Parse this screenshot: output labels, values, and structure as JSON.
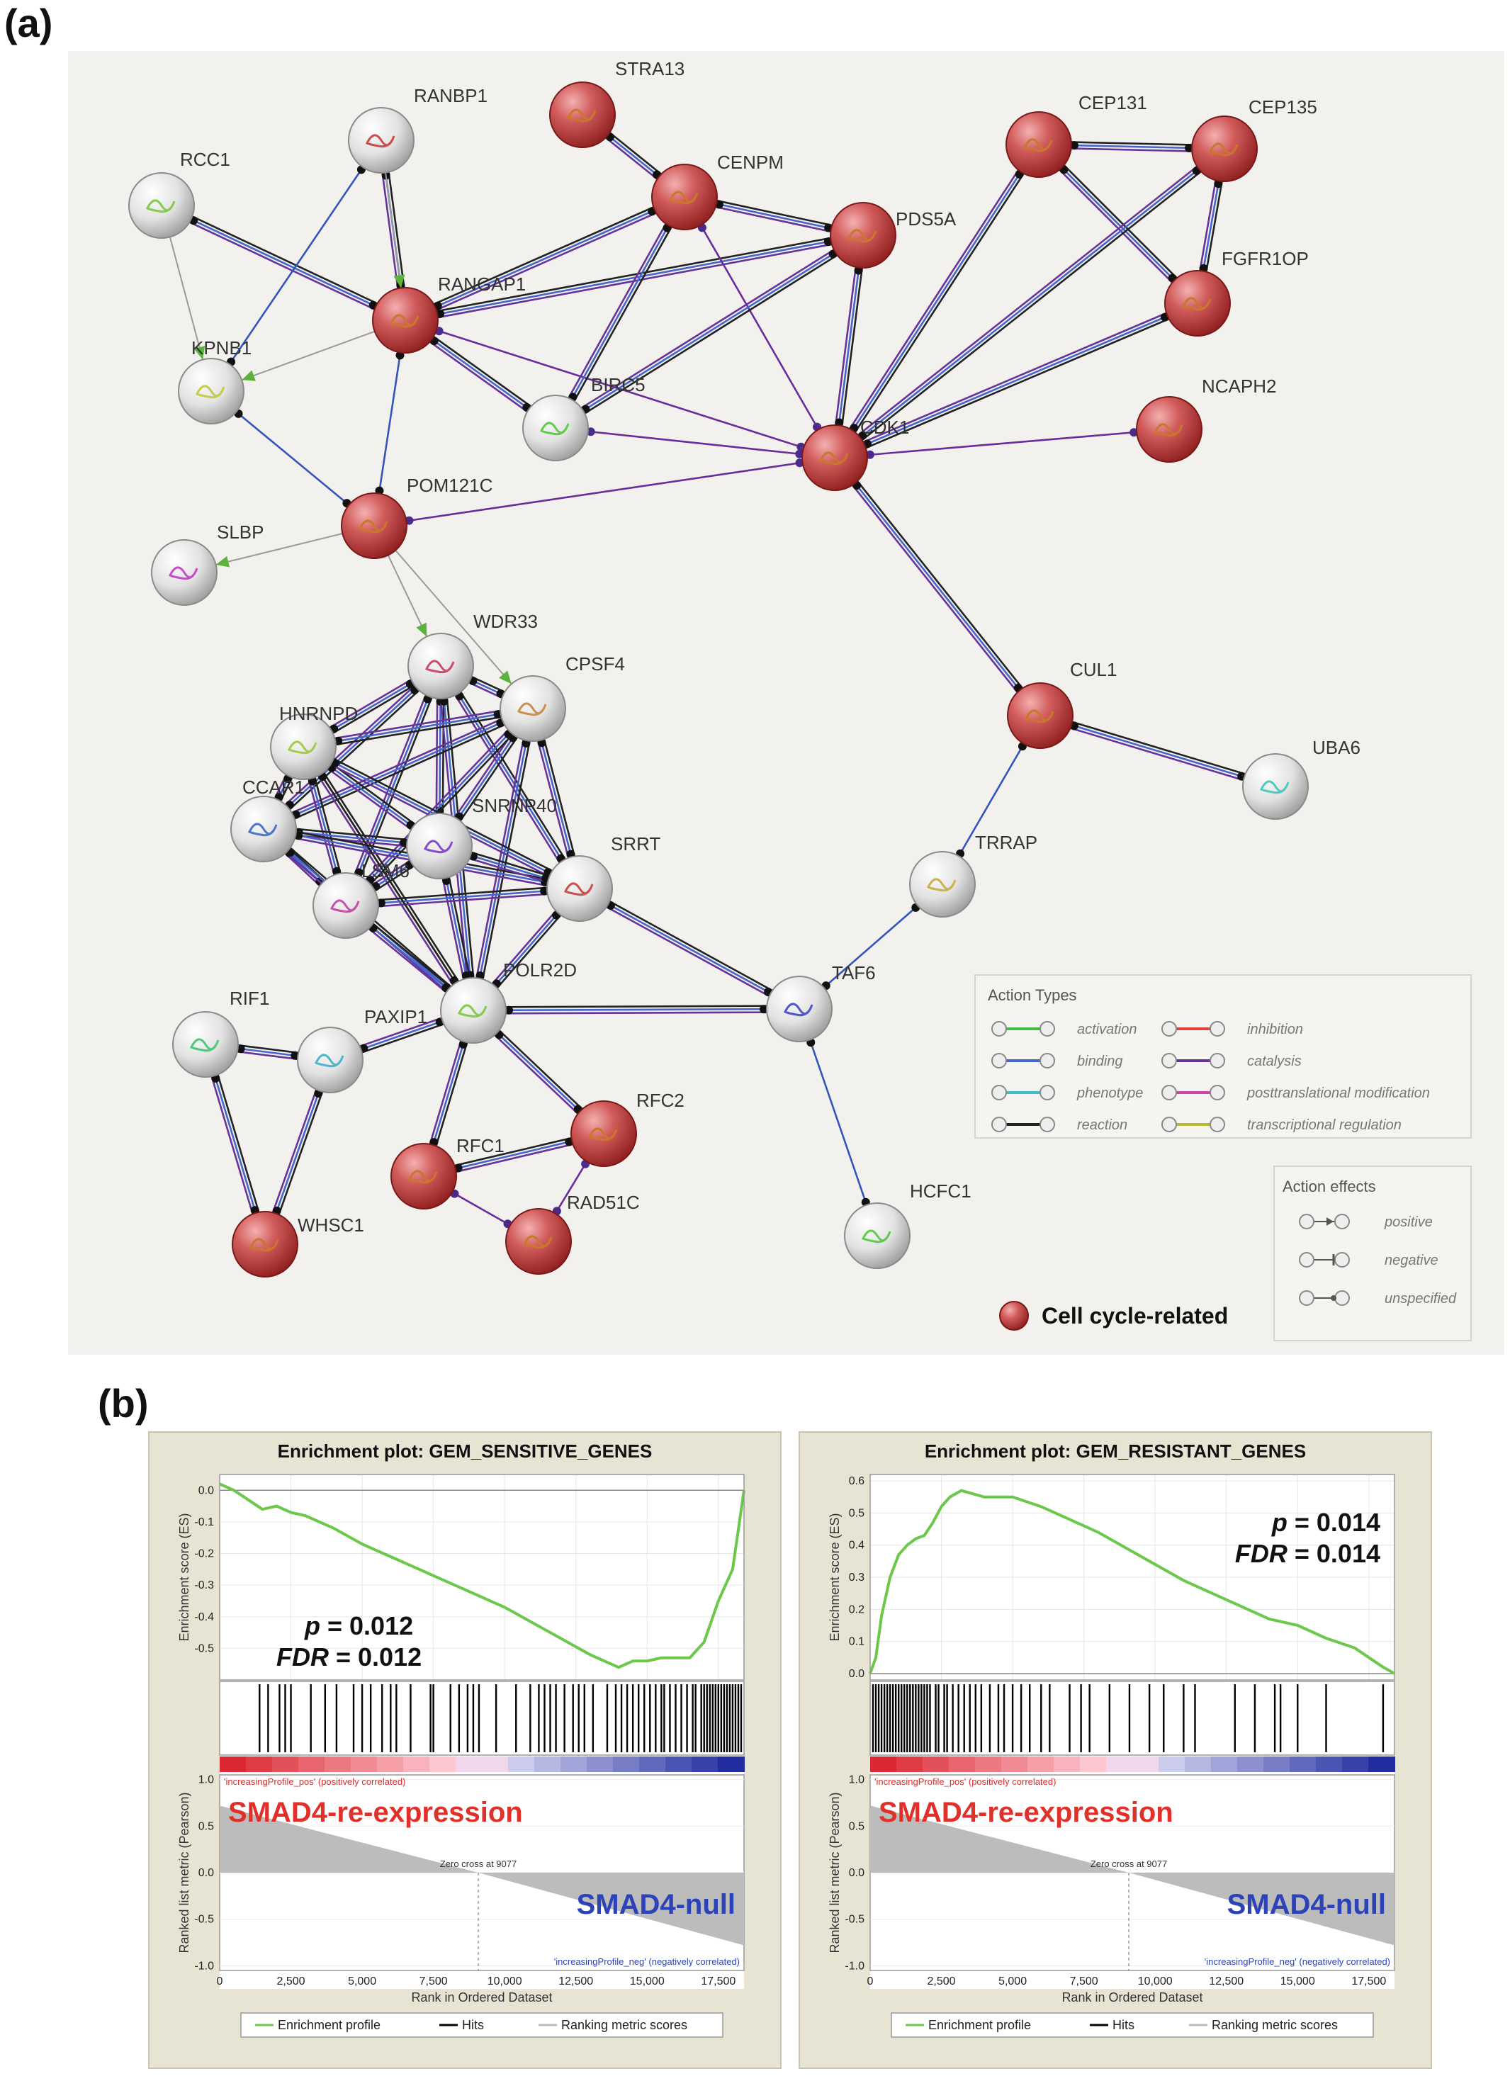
{
  "panel_a": {
    "label": "(a)",
    "nodes": [
      {
        "name": "RANBP1",
        "cell_cycle": false
      },
      {
        "name": "STRA13",
        "cell_cycle": true
      },
      {
        "name": "RCC1",
        "cell_cycle": false
      },
      {
        "name": "CENPM",
        "cell_cycle": true
      },
      {
        "name": "PDS5A",
        "cell_cycle": true
      },
      {
        "name": "CEP131",
        "cell_cycle": true
      },
      {
        "name": "CEP135",
        "cell_cycle": true
      },
      {
        "name": "RANGAP1",
        "cell_cycle": true
      },
      {
        "name": "FGFR1OP",
        "cell_cycle": true
      },
      {
        "name": "KPNB1",
        "cell_cycle": false
      },
      {
        "name": "BIRC5",
        "cell_cycle": false
      },
      {
        "name": "NCAPH2",
        "cell_cycle": true
      },
      {
        "name": "CDK1",
        "cell_cycle": true
      },
      {
        "name": "POM121C",
        "cell_cycle": true
      },
      {
        "name": "SLBP",
        "cell_cycle": false
      },
      {
        "name": "WDR33",
        "cell_cycle": false
      },
      {
        "name": "CPSF4",
        "cell_cycle": false
      },
      {
        "name": "HNRNPD",
        "cell_cycle": false
      },
      {
        "name": "CUL1",
        "cell_cycle": true
      },
      {
        "name": "UBA6",
        "cell_cycle": false
      },
      {
        "name": "CCAR1",
        "cell_cycle": false
      },
      {
        "name": "SNRNP40",
        "cell_cycle": false
      },
      {
        "name": "LSM6",
        "cell_cycle": false
      },
      {
        "name": "SRRT",
        "cell_cycle": false
      },
      {
        "name": "TRRAP",
        "cell_cycle": false
      },
      {
        "name": "POLR2D",
        "cell_cycle": false
      },
      {
        "name": "RIF1",
        "cell_cycle": false
      },
      {
        "name": "PAXIP1",
        "cell_cycle": false
      },
      {
        "name": "TAF6",
        "cell_cycle": false
      },
      {
        "name": "RFC2",
        "cell_cycle": true
      },
      {
        "name": "RFC1",
        "cell_cycle": true
      },
      {
        "name": "WHSC1",
        "cell_cycle": true
      },
      {
        "name": "RAD51C",
        "cell_cycle": true
      },
      {
        "name": "HCFC1",
        "cell_cycle": false
      }
    ],
    "action_types": {
      "title": "Action Types",
      "items": [
        {
          "label": "activation",
          "color": "#44bb44"
        },
        {
          "label": "inhibition",
          "color": "#e04040"
        },
        {
          "label": "binding",
          "color": "#4466cc"
        },
        {
          "label": "catalysis",
          "color": "#663399"
        },
        {
          "label": "phenotype",
          "color": "#44bbcc"
        },
        {
          "label": "posttranslational modification",
          "color": "#cc44aa"
        },
        {
          "label": "reaction",
          "color": "#222222"
        },
        {
          "label": "transcriptional regulation",
          "color": "#bbbb33"
        }
      ]
    },
    "action_effects": {
      "title": "Action effects",
      "items": [
        "positive",
        "negative",
        "unspecified"
      ]
    },
    "cell_cycle_legend": "Cell cycle-related"
  },
  "panel_b": {
    "label": "(b)",
    "chart_data": [
      {
        "type": "line",
        "title": "Enrichment plot: GEM_SENSITIVE_GENES",
        "ylabel": "Enrichment score (ES)",
        "ylim": [
          -0.6,
          0.05
        ],
        "yticks": [
          "0.0",
          "-0.1",
          "-0.2",
          "-0.3",
          "-0.4",
          "-0.5"
        ],
        "ytick_values": [
          0.0,
          -0.1,
          -0.2,
          -0.3,
          -0.4,
          -0.5
        ],
        "x": [
          0,
          500,
          1000,
          1500,
          2000,
          2500,
          3000,
          4000,
          5000,
          6000,
          7000,
          8000,
          9000,
          10000,
          11000,
          12000,
          13000,
          14000,
          14500,
          15000,
          15500,
          16000,
          16500,
          17000,
          17500,
          18000,
          18400
        ],
        "y": [
          0.02,
          0.0,
          -0.03,
          -0.06,
          -0.05,
          -0.07,
          -0.08,
          -0.12,
          -0.17,
          -0.21,
          -0.25,
          -0.29,
          -0.33,
          -0.37,
          -0.42,
          -0.47,
          -0.52,
          -0.56,
          -0.54,
          -0.54,
          -0.53,
          -0.53,
          -0.53,
          -0.48,
          -0.35,
          -0.25,
          0.0
        ],
        "hits": [
          1400,
          1700,
          2100,
          2300,
          2500,
          3200,
          3700,
          4100,
          4700,
          5000,
          5300,
          5700,
          6000,
          6200,
          6700,
          7400,
          7500,
          8100,
          8400,
          8700,
          8900,
          9100,
          9700,
          10400,
          10900,
          11200,
          11400,
          11600,
          11800,
          12100,
          12400,
          12600,
          12800,
          13100,
          13600,
          13900,
          14100,
          14300,
          14500,
          14700,
          14900,
          15100,
          15300,
          15500,
          15600,
          15800,
          16000,
          16200,
          16400,
          16600,
          16700,
          16900,
          17000,
          17100,
          17200,
          17300,
          17400,
          17500,
          17600,
          17700,
          17800,
          17900,
          18000,
          18100,
          18200,
          18300
        ],
        "stat_p": "0.012",
        "stat_fdr": "0.012",
        "p_label": "p",
        "fdr_label": "FDR",
        "eq": " = ",
        "xlabel": "Rank in Ordered Dataset",
        "xticks": [
          "0",
          "2,500",
          "5,000",
          "7,500",
          "10,000",
          "12,500",
          "15,000",
          "17,500"
        ],
        "metric_ylabel": "Ranked list metric (Pearson)",
        "metric_yticks": [
          "1.0",
          "0.5",
          "0.0",
          "-0.5",
          "-1.0"
        ],
        "pos_label": "'increasingProfile_pos' (positively correlated)",
        "neg_label": "'increasingProfile_neg' (negatively correlated)",
        "zero_cross": "Zero cross at 9077",
        "left_big": "SMAD4-re-expression",
        "right_big": "SMAD4-null",
        "legend": [
          "Enrichment profile",
          "Hits",
          "Ranking metric scores"
        ]
      },
      {
        "type": "line",
        "title": "Enrichment plot: GEM_RESISTANT_GENES",
        "ylabel": "Enrichment score (ES)",
        "ylim": [
          -0.02,
          0.62
        ],
        "yticks": [
          "0.6",
          "0.5",
          "0.4",
          "0.3",
          "0.2",
          "0.1",
          "0.0"
        ],
        "ytick_values": [
          0.6,
          0.5,
          0.4,
          0.3,
          0.2,
          0.1,
          0.0
        ],
        "x": [
          0,
          200,
          400,
          700,
          1000,
          1300,
          1600,
          1900,
          2200,
          2500,
          2800,
          3200,
          3600,
          4000,
          5000,
          6000,
          7000,
          8000,
          9000,
          10000,
          11000,
          12000,
          13000,
          14000,
          15000,
          16000,
          17000,
          17500,
          18000,
          18400
        ],
        "y": [
          0.0,
          0.05,
          0.18,
          0.3,
          0.37,
          0.4,
          0.42,
          0.43,
          0.47,
          0.52,
          0.55,
          0.57,
          0.56,
          0.55,
          0.55,
          0.52,
          0.48,
          0.44,
          0.39,
          0.34,
          0.29,
          0.25,
          0.21,
          0.17,
          0.15,
          0.11,
          0.08,
          0.05,
          0.02,
          0.0
        ],
        "hits": [
          100,
          200,
          300,
          400,
          500,
          600,
          700,
          800,
          900,
          1000,
          1100,
          1200,
          1300,
          1400,
          1500,
          1600,
          1700,
          1800,
          1900,
          2000,
          2100,
          2300,
          2400,
          2600,
          2700,
          2900,
          3100,
          3300,
          3500,
          3700,
          3900,
          4200,
          4500,
          4700,
          5000,
          5300,
          5600,
          6000,
          6300,
          7000,
          7400,
          7700,
          8400,
          9100,
          9800,
          10300,
          11000,
          11400,
          12800,
          13500,
          14200,
          14400,
          15000,
          16000,
          18000
        ],
        "stat_p": "0.014",
        "stat_fdr": "0.014",
        "p_label": "p",
        "fdr_label": "FDR",
        "eq": " = ",
        "xlabel": "Rank in Ordered Dataset",
        "xticks": [
          "0",
          "2,500",
          "5,000",
          "7,500",
          "10,000",
          "12,500",
          "15,000",
          "17,500"
        ],
        "metric_ylabel": "Ranked list metric (Pearson)",
        "metric_yticks": [
          "1.0",
          "0.5",
          "0.0",
          "-0.5",
          "-1.0"
        ],
        "pos_label": "'increasingProfile_pos' (positively correlated)",
        "neg_label": "'increasingProfile_neg' (negatively correlated)",
        "zero_cross": "Zero cross at 9077",
        "left_big": "SMAD4-re-expression",
        "right_big": "SMAD4-null",
        "legend": [
          "Enrichment profile",
          "Hits",
          "Ranking metric scores"
        ]
      }
    ]
  }
}
